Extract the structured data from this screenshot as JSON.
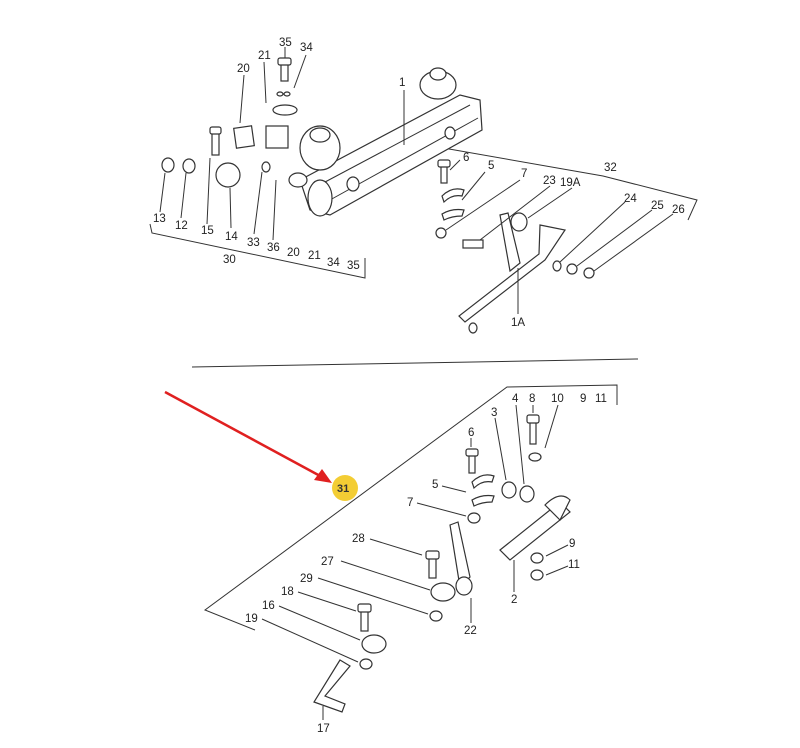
{
  "diagram": {
    "top_assembly": {
      "labels": [
        "35",
        "34",
        "21",
        "20",
        "1",
        "6",
        "5",
        "7",
        "23",
        "19A",
        "32",
        "24",
        "25",
        "26",
        "13",
        "12",
        "15",
        "14",
        "33",
        "36",
        "20",
        "21",
        "34",
        "35",
        "30",
        "1A"
      ]
    },
    "bottom_assembly": {
      "labels": [
        "4",
        "8",
        "10",
        "9",
        "11",
        "3",
        "6",
        "5",
        "7",
        "28",
        "9",
        "11",
        "27",
        "29",
        "18",
        "16",
        "19",
        "2",
        "22",
        "17"
      ]
    },
    "highlight": {
      "label": "31",
      "badge_color": "#f2c81e",
      "arrow_color": "#e02020"
    }
  }
}
